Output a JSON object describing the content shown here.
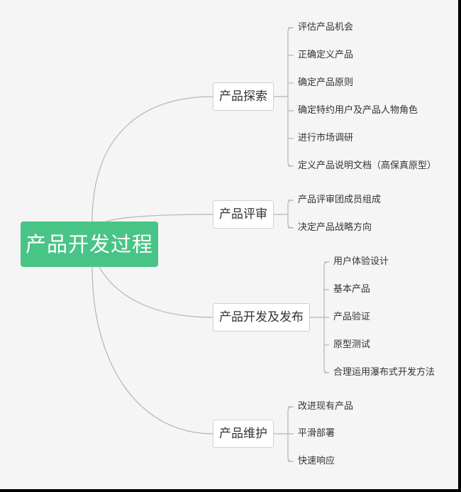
{
  "root": "产品开发过程",
  "branches": [
    {
      "label": "产品探索",
      "children": [
        "评估产品机会",
        "正确定义产品",
        "确定产品原则",
        "确定特约用户及产品人物角色",
        "进行市场调研",
        "定义产品说明文档（高保真原型）"
      ]
    },
    {
      "label": "产品评审",
      "children": [
        "产品评审团成员组成",
        "决定产品战略方向"
      ]
    },
    {
      "label": "产品开发及发布",
      "children": [
        "用户体验设计",
        "基本产品",
        "产品验证",
        "原型测试",
        "合理运用瀑布式开发方法"
      ]
    },
    {
      "label": "产品维护",
      "children": [
        "改进现有产品",
        "平滑部署",
        "快速响应"
      ]
    }
  ],
  "colors": {
    "root_fill": "#49c487",
    "line": "#b5b5b5",
    "background": "#f5f5f5"
  }
}
